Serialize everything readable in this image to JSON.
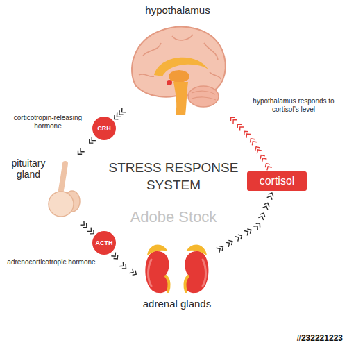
{
  "diagram": {
    "title": "STRESS RESPONSE SYSTEM",
    "nodes": [
      {
        "text": [
          "hypothalamus"
        ]
      },
      {
        "text": [
          "CRH"
        ]
      },
      {
        "text": [
          "pituitary gland"
        ]
      },
      {
        "text": [
          "ACTH"
        ]
      },
      {
        "text": [
          "adrenal glands"
        ]
      },
      {
        "text": [
          "cortisol"
        ]
      }
    ],
    "edges": [
      {
        "from": 0,
        "to": 1,
        "arrow": "to"
      },
      {
        "from": 1,
        "to": 2,
        "arrow": "to"
      },
      {
        "from": 2,
        "to": 3,
        "arrow": "to"
      },
      {
        "from": 3,
        "to": 4,
        "arrow": "to"
      },
      {
        "from": 4,
        "to": 5,
        "arrow": "to"
      },
      {
        "from": 5,
        "to": 0,
        "arrow": "to"
      }
    ],
    "labels": [
      "corticotropin-releasing hormone",
      "adrenocorticotropic hormone",
      "hypothalamus responds to cortisol’s level",
      "Adobe Stock",
      "#232221223"
    ]
  }
}
